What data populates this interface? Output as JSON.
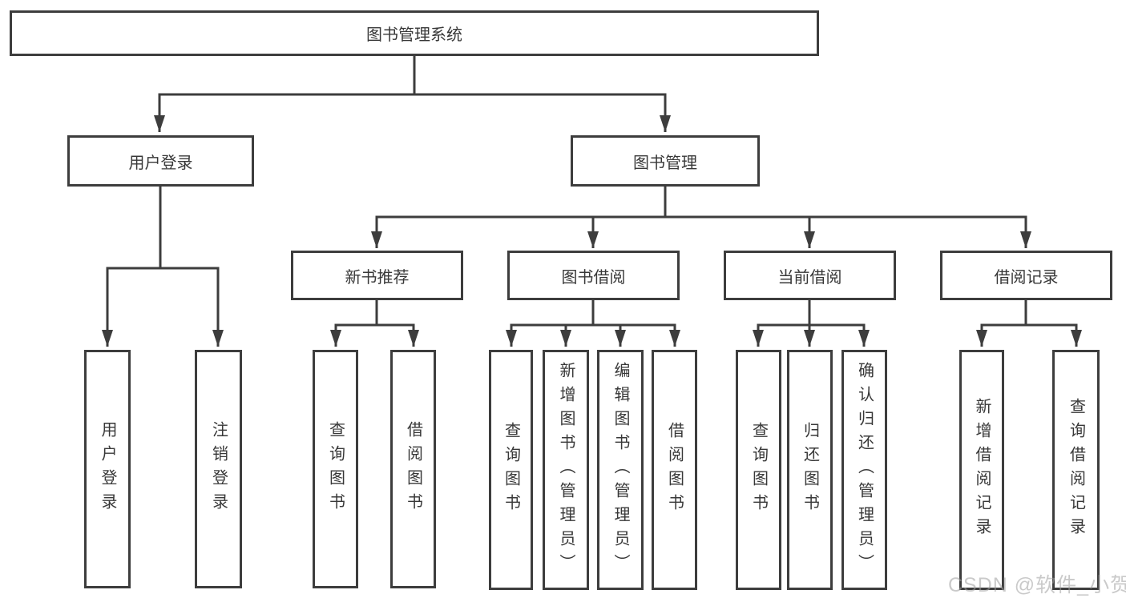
{
  "diagram": {
    "title": "图书管理系统",
    "branches": [
      {
        "label": "用户登录",
        "children": [
          {
            "label": "用户登录"
          },
          {
            "label": "注销登录"
          }
        ]
      },
      {
        "label": "图书管理",
        "children": [
          {
            "label": "新书推荐",
            "children": [
              {
                "label": "查询图书"
              },
              {
                "label": "借阅图书"
              }
            ]
          },
          {
            "label": "图书借阅",
            "children": [
              {
                "label": "查询图书"
              },
              {
                "label": "新增图书（管理员）"
              },
              {
                "label": "编辑图书（管理员）"
              },
              {
                "label": "借阅图书"
              }
            ]
          },
          {
            "label": "当前借阅",
            "children": [
              {
                "label": "查询图书"
              },
              {
                "label": "归还图书"
              },
              {
                "label": "确认归还（管理员）"
              }
            ]
          },
          {
            "label": "借阅记录",
            "children": [
              {
                "label": "新增借阅记录"
              },
              {
                "label": "查询借阅记录"
              }
            ]
          }
        ]
      }
    ]
  },
  "watermark": "CSDN @软件_小贺同学",
  "colors": {
    "line": "#3d3d3d",
    "text": "#383838",
    "watermark": "#9e9e9e",
    "background": "#ffffff"
  }
}
